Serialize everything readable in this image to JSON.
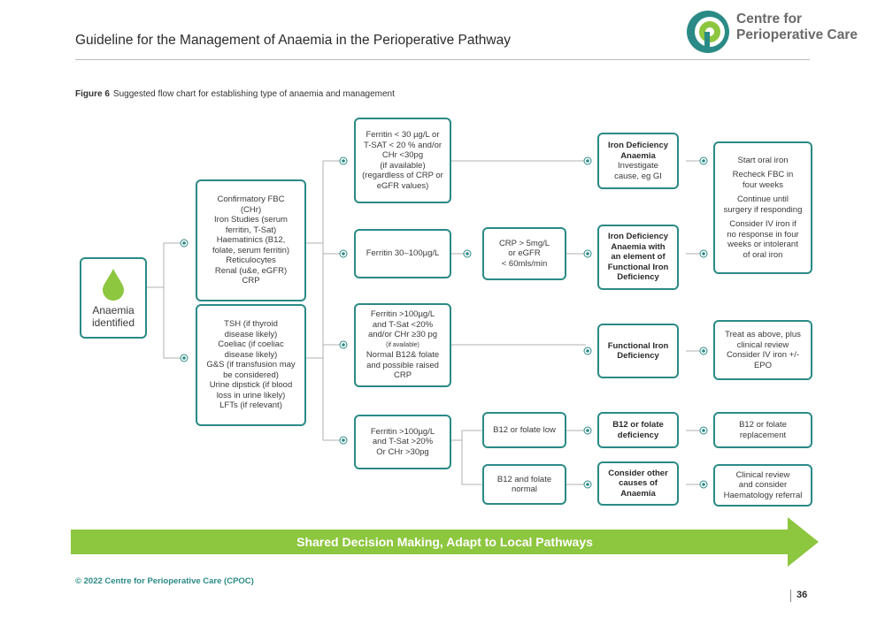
{
  "header": {
    "title": "Guideline for the Management of Anaemia in the Perioperative Pathway",
    "logo_line1": "Centre for",
    "logo_line2": "Perioperative Care"
  },
  "figure": {
    "label": "Figure 6",
    "caption": "Suggested flow chart for establishing type of anaemia and management"
  },
  "flow": {
    "start": "Anaemia identified",
    "tests1": [
      "Confirmatory FBC",
      "(CHr)",
      "Iron Studies (serum",
      "ferritin, T-Sat)",
      "Haematinics (B12,",
      "folate, serum ferritin)",
      "Reticulocytes",
      "Renal (u&e, eGFR)",
      "CRP"
    ],
    "tests2": [
      "TSH (if thyroid",
      "disease likely)",
      "Coeliac (if coeliac",
      "disease likely)",
      "G&S (if transfusion may",
      "be considered)",
      "Urine dipstick (if blood",
      "loss in urine likely)",
      "LFTs (if relevant)"
    ],
    "ferritin1": [
      "Ferritin < 30 µg/L or",
      "T-SAT < 20 % and/or",
      "CHr <30pg",
      "(if available)",
      "(regardless of CRP or",
      "eGFR values)"
    ],
    "ferritin2": "Ferritin 30–100µg/L",
    "ferritin3": {
      "a": [
        "Ferritin >100µg/L",
        "and T-Sat <20%",
        "and/or CHr ≥30 pg"
      ],
      "small": "(if available)",
      "b": [
        "Normal B12& folate",
        "and possible raised",
        "CRP"
      ]
    },
    "ferritin4": [
      "Ferritin >100µg/L",
      "and T-Sat >20%",
      "Or CHr >30pg"
    ],
    "crp": [
      "CRP > 5mg/L",
      "or eGFR",
      "< 60mls/min"
    ],
    "b12low": "B12 or folate low",
    "b12normal": [
      "B12 and folate",
      "normal"
    ],
    "ida": {
      "bold": [
        "Iron Deficiency",
        "Anaemia"
      ],
      "text": [
        "Investigate",
        "cause, eg GI"
      ]
    },
    "ida_fid": [
      "Iron Deficiency",
      "Anaemia with",
      "an element of",
      "Functional Iron",
      "Deficiency"
    ],
    "fid": [
      "Functional Iron",
      "Deficiency"
    ],
    "b12def": [
      "B12 or folate",
      "deficiency"
    ],
    "other": [
      "Consider other",
      "causes of",
      "Anaemia"
    ],
    "oral_iron": [
      "Start oral iron",
      "Recheck FBC in",
      "four weeks",
      "Continue until",
      "surgery if responding",
      "Consider IV iron if",
      "no response in four",
      "weeks or intolerant",
      "of oral iron"
    ],
    "treat": [
      "Treat as above, plus",
      "clinical review",
      "Consider IV iron +/-",
      "EPO"
    ],
    "b12rep": [
      "B12 or folate",
      "replacement"
    ],
    "clinical": [
      "Clinical review",
      "and consider",
      "Haematology referral"
    ]
  },
  "banner": "Shared Decision Making, Adapt to Local Pathways",
  "footer": {
    "copyright": "© 2022 Centre for Perioperative Care (CPOC)",
    "page": "36"
  },
  "colors": {
    "teal": "#2a8a86",
    "green": "#8dc63f"
  },
  "icons": [
    "drop-icon",
    "logo-icon",
    "node-dot-icon",
    "banner-arrow"
  ]
}
